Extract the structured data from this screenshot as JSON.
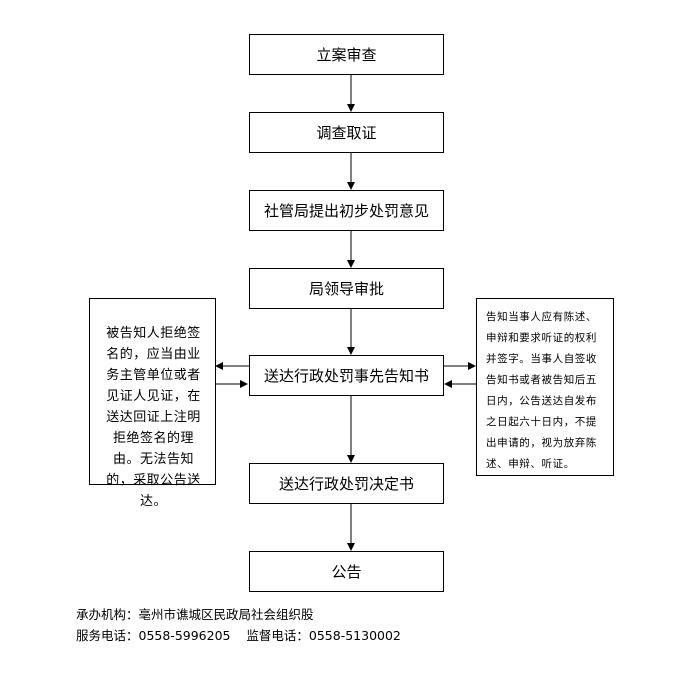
{
  "steps": [
    {
      "label": "立案审查"
    },
    {
      "label": "调查取证"
    },
    {
      "label": "社管局提出初步处罚意见"
    },
    {
      "label": "局领导审批"
    },
    {
      "label": "送达行政处罚事先告知书"
    },
    {
      "label": "送达行政处罚决定书"
    },
    {
      "label": "公告"
    }
  ],
  "left_note": "被告知人拒绝签名的，应当由业务主管单位或者见证人见证，在送达回证上注明拒绝签名的理由。无法告知的，采取公告送达。",
  "right_note": "告知当事人应有陈述、申辩和要求听证的权利并签字。当事人自签收告知书或者被告知后五日内，公告送达自发布之日起六十日内，不提出申请的，视为放弃陈述、申辩、听证。",
  "footer": {
    "line1": "承办机构：亳州市谯城区民政局社会组织股",
    "line2": "服务电话：0558-5996205    监督电话：0558-5130002"
  }
}
